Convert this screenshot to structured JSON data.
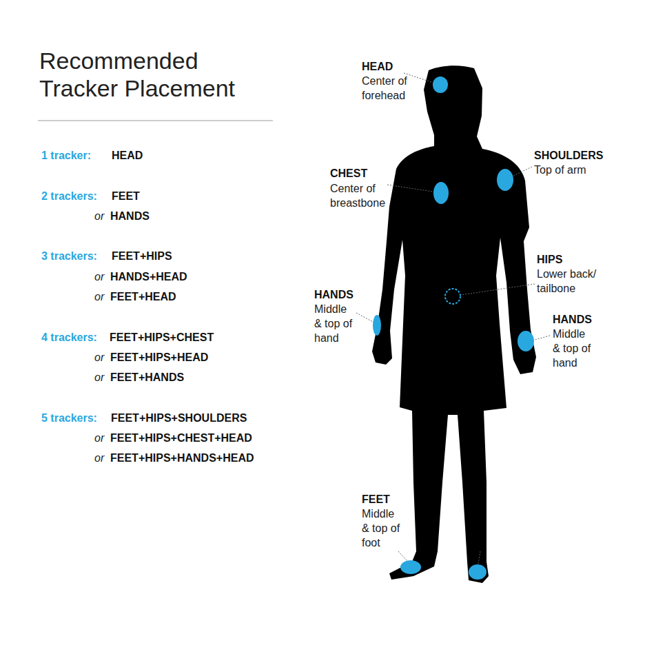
{
  "diagram": {
    "title": "Recommended Tracker Placement",
    "labels": [
      "1 tracker:",
      "HEAD",
      "2 trackers:",
      "FEET",
      "or",
      "HANDS",
      "3 trackers:",
      "FEET+HIPS",
      "or",
      "HANDS+HEAD",
      "or",
      "FEET+HEAD",
      "4 trackers:",
      "FEET+HIPS+CHEST",
      "or",
      "FEET+HIPS+HEAD",
      "or",
      "FEET+HANDS",
      "5 trackers:",
      "FEET+HIPS+SHOULDERS",
      "or",
      "FEET+HIPS+CHEST+HEAD",
      "or",
      "FEET+HIPS+HANDS+HEAD",
      "HEAD",
      "Center of forehead",
      "SHOULDERS",
      "Top of arm",
      "CHEST",
      "Center of breastbone",
      "HIPS",
      "Lower back/ tailbone",
      "HANDS",
      "Middle & top of hand",
      "HANDS",
      "Middle & top of hand",
      "FEET",
      "Middle & top of foot"
    ]
  }
}
